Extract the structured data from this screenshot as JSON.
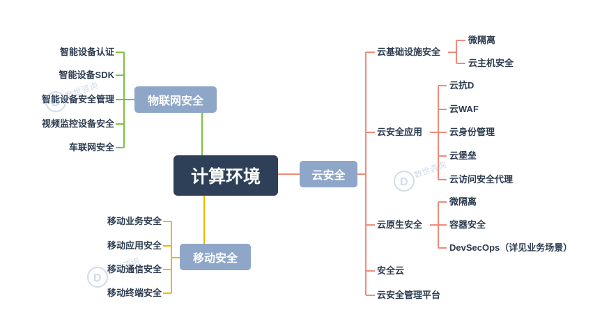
{
  "root": "计算环境",
  "branches": {
    "iot": {
      "label": "物联网安全",
      "items": [
        "智能设备认证",
        "智能设备SDK",
        "智能设备安全管理",
        "视频监控设备安全",
        "车联网安全"
      ]
    },
    "mobile": {
      "label": "移动安全",
      "items": [
        "移动业务安全",
        "移动应用安全",
        "移动通信安全",
        "移动终端安全"
      ]
    },
    "cloud": {
      "label": "云安全",
      "groups": [
        {
          "label": "云基础设施安全",
          "items": [
            "微隔离",
            "云主机安全"
          ]
        },
        {
          "label": "云安全应用",
          "items": [
            "云抗D",
            "云WAF",
            "云身份管理",
            "云堡垒",
            "云访问安全代理"
          ]
        },
        {
          "label": "云原生安全",
          "items": [
            "微隔离",
            "容器安全",
            "DevSecOps（详见业务场景）"
          ]
        },
        {
          "label": "安全云",
          "items": []
        },
        {
          "label": "云安全管理平台",
          "items": []
        }
      ]
    }
  },
  "watermark": "数世咨询",
  "colors": {
    "root": "#2e4057",
    "branch": "#8ea6c8",
    "iot_line": "#7dc242",
    "mobile_line": "#f4b400",
    "cloud_line": "#f08b7a",
    "text": "#2d3c50"
  }
}
